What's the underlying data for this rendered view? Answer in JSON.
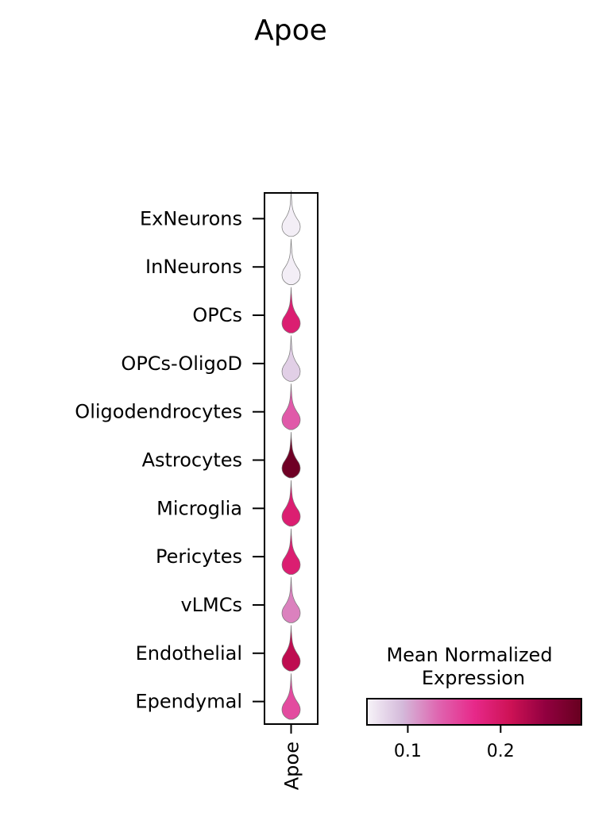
{
  "chart_data": {
    "type": "violin",
    "title": "Apoe",
    "genes": [
      "Apoe"
    ],
    "categories": [
      "ExNeurons",
      "InNeurons",
      "OPCs",
      "OPCs-OligoD",
      "Oligodendrocytes",
      "Astrocytes",
      "Microglia",
      "Pericytes",
      "vLMCs",
      "Endothelial",
      "Ependymal"
    ],
    "mean_expression": [
      0.06,
      0.06,
      0.19,
      0.08,
      0.14,
      0.28,
      0.19,
      0.19,
      0.12,
      0.22,
      0.15
    ],
    "colorbar": {
      "title_lines": [
        "Mean Normalized",
        "Expression"
      ],
      "ticks": [
        0.1,
        0.2
      ],
      "tick_labels": [
        "0.1",
        "0.2"
      ],
      "range": [
        0.056,
        0.287
      ],
      "colors": [
        "#f7f4f9",
        "#d4b9da",
        "#df65b0",
        "#e7298a",
        "#ce1256",
        "#91003f",
        "#67001f"
      ]
    },
    "grid": false
  }
}
